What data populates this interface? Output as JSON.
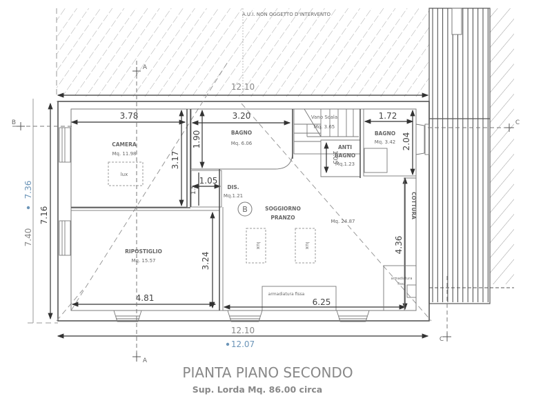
{
  "plan": {
    "title": "PIANTA  PIANO SECONDO",
    "subtitle": "Sup. Lorda  Mq. 86.00 circa",
    "hatched_area_label": "A.U.I. NON OGGETTO D'INTERVENTO",
    "section_markers": {
      "a": "A",
      "b": "B",
      "c": "C"
    },
    "zone_marker": "B"
  },
  "rooms": {
    "camera": {
      "name": "CAMERA",
      "area": "Mq. 11.98",
      "fixture": "lux"
    },
    "bagno": {
      "name": "BAGNO",
      "area": "Mq. 6.06"
    },
    "vano_scala": {
      "name": "Vano Scala",
      "area": "Mq. 3.65"
    },
    "anti_bagno": {
      "name1": "ANTI",
      "name2": "BAGNO",
      "area": "Mq.1.23"
    },
    "bagno2": {
      "name": "BAGNO",
      "area": "Mq. 3.42"
    },
    "dis": {
      "name": "DIS.",
      "area": "Mq.1.21"
    },
    "ripostiglio": {
      "name": "RIPOSTIGLIO",
      "area": "Mq. 15.57"
    },
    "soggiorno": {
      "name1": "SOGGIORNO",
      "name2": "PRANZO",
      "area": "Mq. 24.87",
      "fixture": "lux",
      "cottura": "COTTURA",
      "armadiatura": "armadiatura fissa",
      "armadiatura_small_1": "armadiatura",
      "armadiatura_small_2": "fissa"
    }
  },
  "dimensions": {
    "top_overall": "12.10",
    "bottom_overall": "12.10",
    "bottom_measured": "12.07",
    "left_inner": "7.16",
    "left_overall": "7.40",
    "left_measured": "7.36",
    "camera_width": "3.78",
    "camera_height": "3.17",
    "bagno_width": "3.20",
    "bagno_height": "1.90",
    "dis_width": "1.05",
    "dis_height": "1.5",
    "anti_bagno_height": "1.05",
    "bagno2_width": "1.72",
    "bagno2_height": "2.04",
    "ripostiglio_width": "4.81",
    "ripostiglio_height": "3.24",
    "soggiorno_width": "6.25",
    "soggiorno_height": "4.36"
  },
  "colors": {
    "lines": "#555555",
    "measured": "#6c95b8",
    "text": "#888888"
  }
}
